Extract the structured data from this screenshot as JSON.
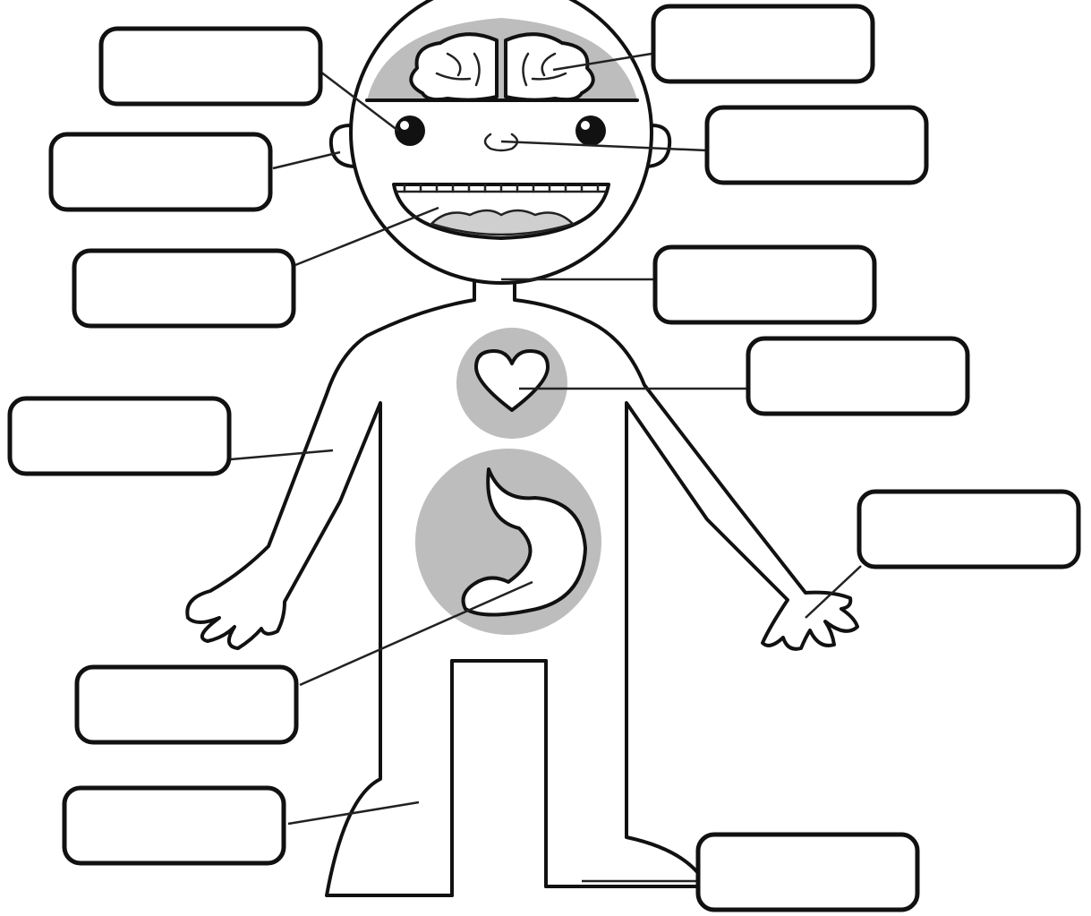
{
  "labels": [
    {
      "id": "brain-left",
      "text": ""
    },
    {
      "id": "ear",
      "text": ""
    },
    {
      "id": "mouth",
      "text": ""
    },
    {
      "id": "arm",
      "text": ""
    },
    {
      "id": "stomach",
      "text": ""
    },
    {
      "id": "leg",
      "text": ""
    },
    {
      "id": "brain-right",
      "text": ""
    },
    {
      "id": "nose",
      "text": ""
    },
    {
      "id": "neck",
      "text": ""
    },
    {
      "id": "heart",
      "text": ""
    },
    {
      "id": "hand",
      "text": ""
    },
    {
      "id": "foot",
      "text": ""
    }
  ],
  "colors": {
    "outline": "#111111",
    "organ_shading": "#bdbdbd",
    "background": "#ffffff"
  }
}
